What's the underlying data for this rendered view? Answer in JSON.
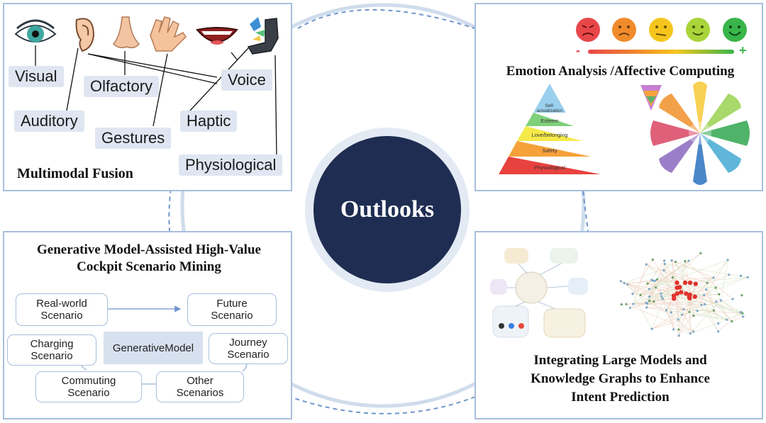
{
  "center": {
    "title": "Outlooks"
  },
  "multimodal": {
    "title": "Multimodal Fusion",
    "modalities": [
      "Visual",
      "Olfactory",
      "Voice",
      "Auditory",
      "Gestures",
      "Haptic",
      "Physiological"
    ]
  },
  "emotion": {
    "title": "Emotion Analysis /Affective Computing",
    "scale_minus": "-",
    "scale_plus": "+",
    "pyramid_levels": [
      "Self-actualization",
      "Esteem",
      "Love/belonging",
      "Safety",
      "Physiological"
    ]
  },
  "generative": {
    "title_line1": "Generative Model-Assisted High-Value",
    "title_line2": "Cockpit Scenario Mining",
    "center_box": {
      "line1": "Generative",
      "line2": "Model"
    },
    "scenarios": [
      {
        "line1": "Real-world",
        "line2": "Scenario"
      },
      {
        "line1": "Future",
        "line2": "Scenario"
      },
      {
        "line1": "Charging",
        "line2": "Scenario"
      },
      {
        "line1": "Journey",
        "line2": "Scenario"
      },
      {
        "line1": "Commuting",
        "line2": "Scenario"
      },
      {
        "line1": "Other",
        "line2": "Scenarios"
      }
    ]
  },
  "intent": {
    "title_line1": "Integrating Large Models and",
    "title_line2": "Knowledge Graphs to Enhance",
    "title_line3": "Intent Prediction"
  },
  "colors": {
    "panel_border": "#a8bfdc",
    "center_fill": "#1f2d52",
    "tag_fill": "#dfe6f1",
    "arrow": "#6f95cc"
  }
}
